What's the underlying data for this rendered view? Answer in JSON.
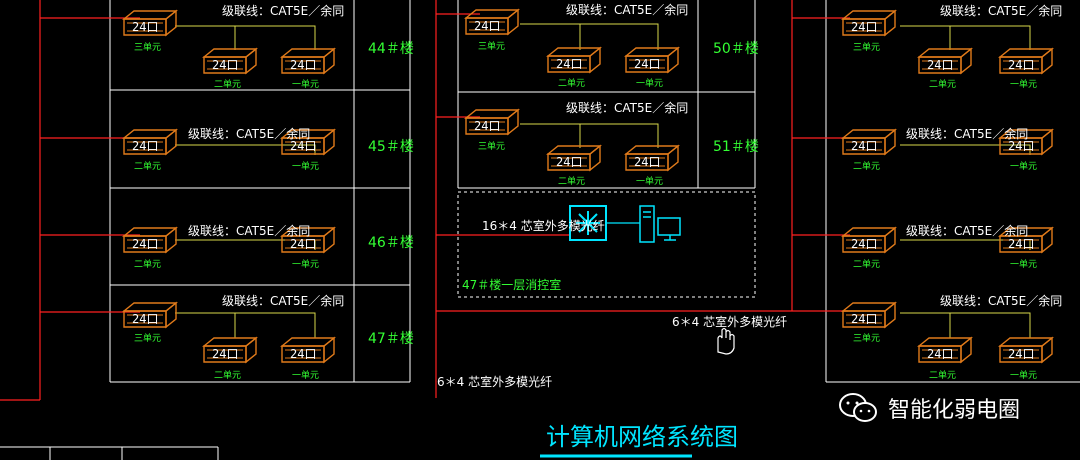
{
  "labels": {
    "switch_ports": "24口",
    "cascade_cable": "级联线：CAT5E／余同",
    "unit_1": "一单元",
    "unit_2": "二单元",
    "unit_3": "三单元",
    "fiber_6x4": "6＊4 芯室外多模光纤",
    "fiber_16x4": "16＊4 芯室外多模光纤",
    "control_room": "47＃楼一层消控室",
    "diagram_title": "计算机网络系统图",
    "brand": "智能化弱电圈"
  },
  "buildings": {
    "b44": "44＃楼",
    "b45": "45＃楼",
    "b46": "46＃楼",
    "b47": "47＃楼",
    "b50": "50＃楼",
    "b51": "51＃楼"
  },
  "colors": {
    "background": "#000000",
    "frame_line": "#ffffff",
    "fiber_line": "#ff2020",
    "cable_line": "#d8d84a",
    "switch": "#e07a1a",
    "text": "#ffffff",
    "building_text": "#33ff33",
    "accent": "#00e5ff"
  },
  "icons": {
    "switch": "network-switch-icon",
    "core": "core-switch-icon",
    "server": "server-computer-icon",
    "cursor": "hand-cursor-icon",
    "brand": "wechat-logo-icon"
  }
}
